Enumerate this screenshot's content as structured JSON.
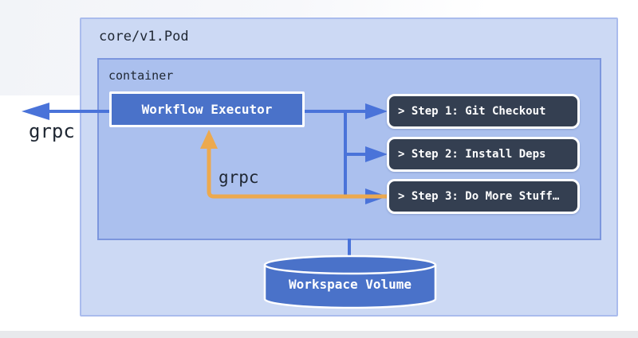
{
  "diagram": {
    "pod_label": "core/v1.Pod",
    "container_label": "container",
    "executor_label": "Workflow Executor",
    "steps": [
      {
        "label": "> Step 1: Git Checkout"
      },
      {
        "label": "> Step 2: Install Deps"
      },
      {
        "label": "> Step 3: Do More Stuff…"
      }
    ],
    "volume_label": "Workspace Volume",
    "grpc_left_label": "grpc",
    "grpc_internal_label": "grpc",
    "icons": {
      "volume": "cylinder-database-icon",
      "arrow_left": "arrow-left-icon",
      "arrow_right": "arrow-right-icon",
      "arrow_up": "arrow-up-icon"
    },
    "colors": {
      "pod_fill": "#ccd9f4",
      "pod_border": "#aabced",
      "container_fill": "#abc0ee",
      "container_border": "#7c96dd",
      "node_blue": "#4a72c9",
      "step_fill": "#343f51",
      "arrow_blue": "#4a73d9",
      "arrow_orange": "#eca94f",
      "text_dark": "#1f2733",
      "node_border": "#ffffff"
    }
  }
}
